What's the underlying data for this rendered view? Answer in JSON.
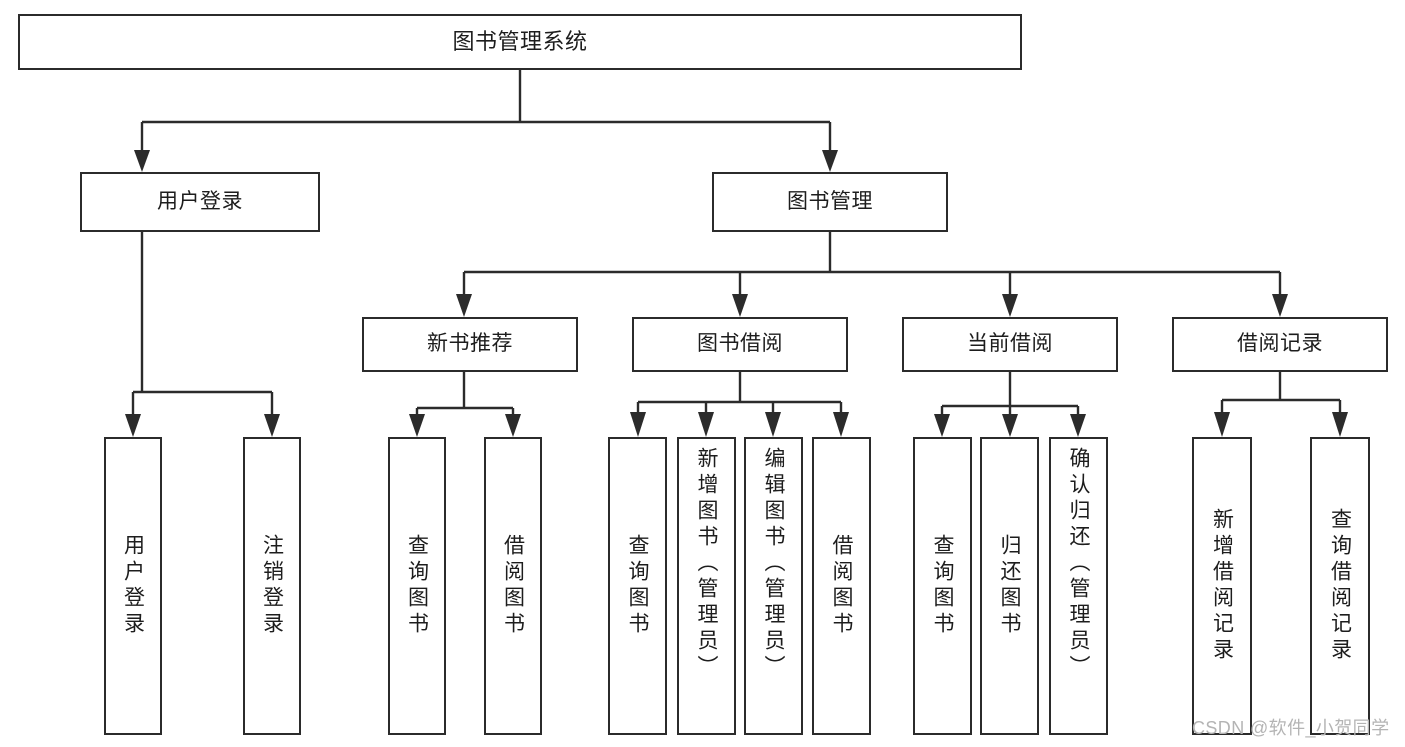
{
  "diagram": {
    "type": "tree-hierarchy",
    "title": "图书管理系统",
    "orientation": "top-down",
    "root": {
      "id": "root",
      "label": "图书管理系统"
    },
    "level1": [
      {
        "id": "user-login",
        "label": "用户登录"
      },
      {
        "id": "book-manage",
        "label": "图书管理"
      }
    ],
    "level2": [
      {
        "id": "new-book-recommend",
        "label": "新书推荐",
        "parent": "book-manage"
      },
      {
        "id": "book-borrow",
        "label": "图书借阅",
        "parent": "book-manage"
      },
      {
        "id": "current-borrow",
        "label": "当前借阅",
        "parent": "book-manage"
      },
      {
        "id": "borrow-record",
        "label": "借阅记录",
        "parent": "book-manage"
      }
    ],
    "leaves": [
      {
        "id": "leaf-user-login",
        "label": "用户登录",
        "parent": "user-login"
      },
      {
        "id": "leaf-logout-login",
        "label": "注销登录",
        "parent": "user-login"
      },
      {
        "id": "leaf-query-book-1",
        "label": "查询图书",
        "parent": "new-book-recommend"
      },
      {
        "id": "leaf-borrow-book-1",
        "label": "借阅图书",
        "parent": "new-book-recommend"
      },
      {
        "id": "leaf-query-book-2",
        "label": "查询图书",
        "parent": "book-borrow"
      },
      {
        "id": "leaf-add-book",
        "label": "新增图书（管理员）",
        "parent": "book-borrow"
      },
      {
        "id": "leaf-edit-book",
        "label": "编辑图书（管理员）",
        "parent": "book-borrow"
      },
      {
        "id": "leaf-borrow-book-2",
        "label": "借阅图书",
        "parent": "book-borrow"
      },
      {
        "id": "leaf-query-book-3",
        "label": "查询图书",
        "parent": "current-borrow"
      },
      {
        "id": "leaf-return-book",
        "label": "归还图书",
        "parent": "current-borrow"
      },
      {
        "id": "leaf-confirm-return",
        "label": "确认归还（管理员）",
        "parent": "current-borrow"
      },
      {
        "id": "leaf-add-record",
        "label": "新增借阅记录",
        "parent": "borrow-record"
      },
      {
        "id": "leaf-query-record",
        "label": "查询借阅记录",
        "parent": "borrow-record"
      }
    ],
    "colors": {
      "stroke": "#2b2b2b",
      "fill": "#ffffff",
      "text": "#1d1d1d",
      "watermark": "#b4b4b4"
    }
  },
  "watermark": {
    "text": "CSDN @软件_小贺同学"
  }
}
